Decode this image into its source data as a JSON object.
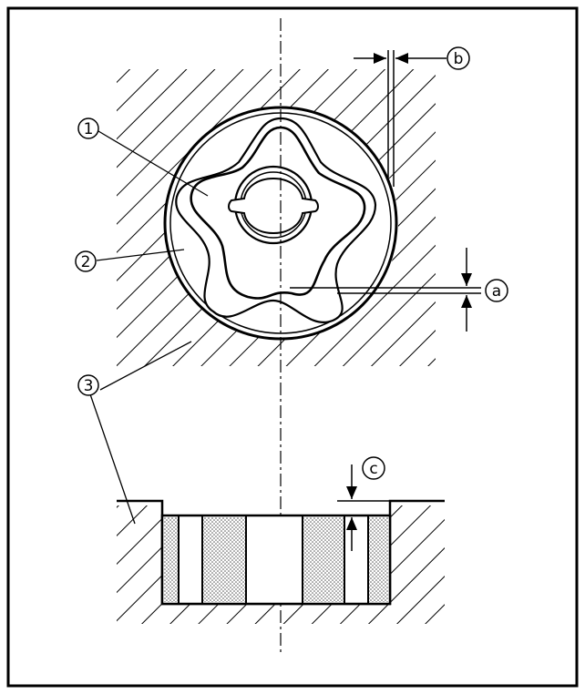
{
  "diagram": {
    "callouts": {
      "part_1": "1",
      "part_2": "2",
      "part_3": "3",
      "dim_a": "a",
      "dim_b": "b",
      "dim_c": "c"
    },
    "colors": {
      "ink": "#000000",
      "paper": "#ffffff",
      "stipple": "#8a8a8a"
    }
  }
}
